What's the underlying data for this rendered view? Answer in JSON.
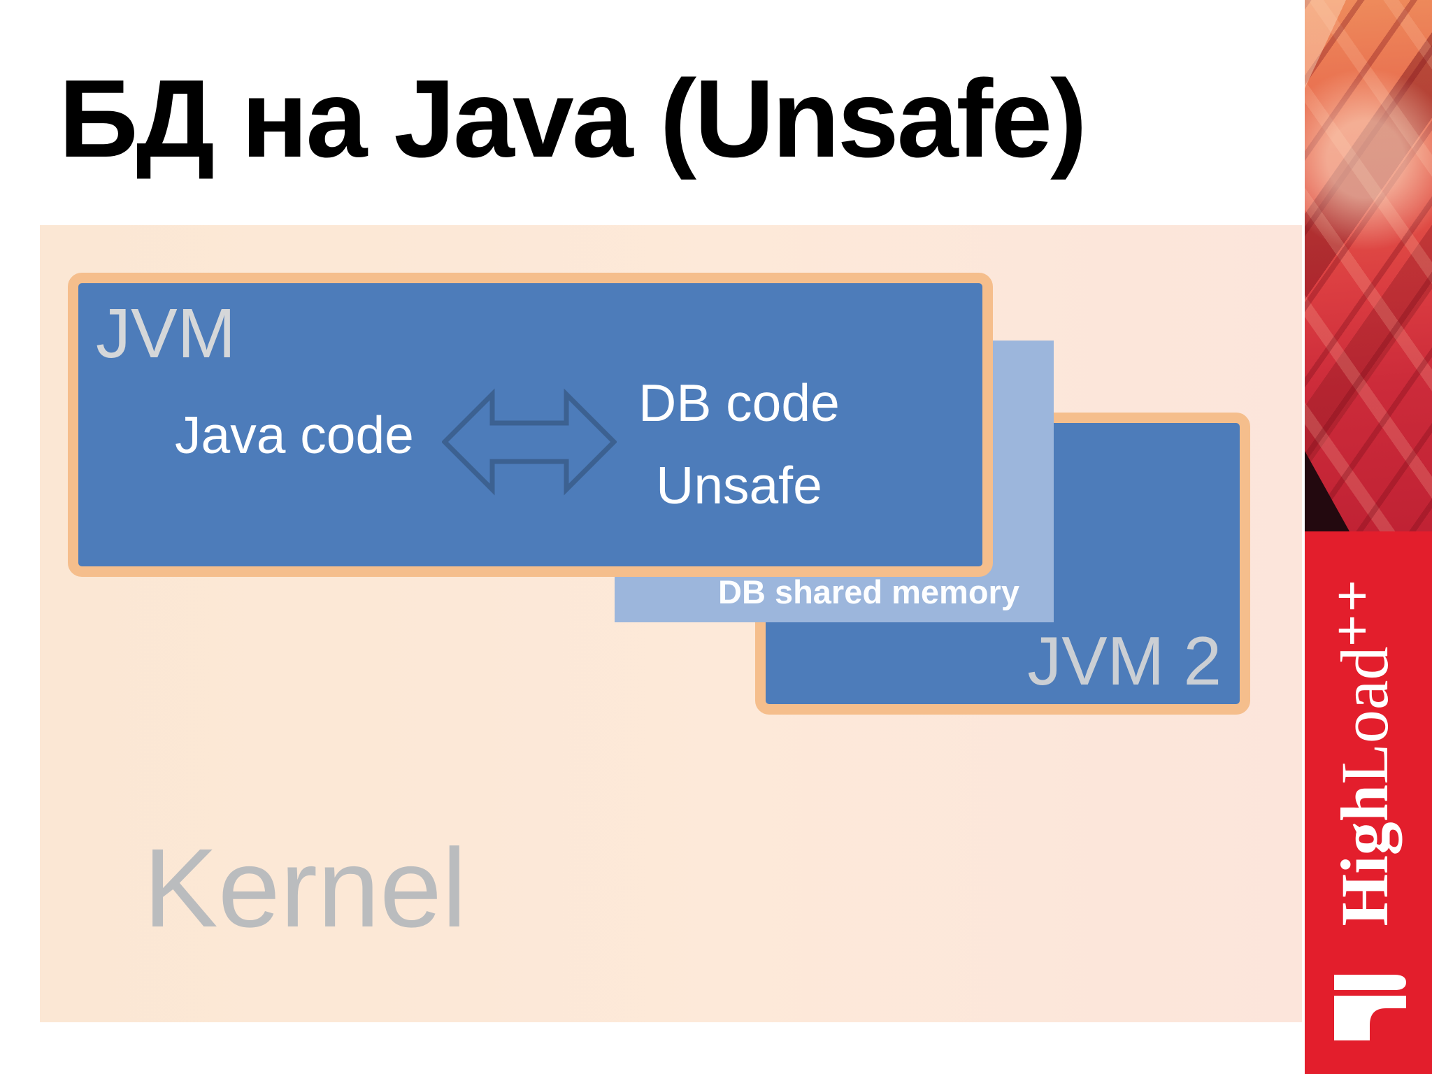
{
  "slide": {
    "title": "БД на Java (Unsafe)"
  },
  "diagram": {
    "kernel_label": "Kernel",
    "jvm_box": {
      "label": "JVM",
      "java_code_label": "Java code",
      "arrow_icon": "bidirectional-arrow",
      "db_code_line1": "DB code",
      "db_code_line2": "Unsafe"
    },
    "db_shared_memory_label": "DB shared memory",
    "jvm2_label": "JVM 2"
  },
  "sidebar": {
    "logo_high": "High",
    "logo_load": "Load",
    "logo_plus": "++",
    "logo_mark_icon": "highload-logo"
  },
  "colors": {
    "peach_background": "#FDE9D9",
    "box_blue": "#4D7CBA",
    "light_blue_shared": "#9CB6DC",
    "orange_border": "#F5BE8C",
    "arrow_outline_blue": "#3C6191",
    "jvm_label_gray": "#D5D7D9",
    "kernel_label_gray": "#BABCBE",
    "brand_red": "#E31E2C"
  }
}
